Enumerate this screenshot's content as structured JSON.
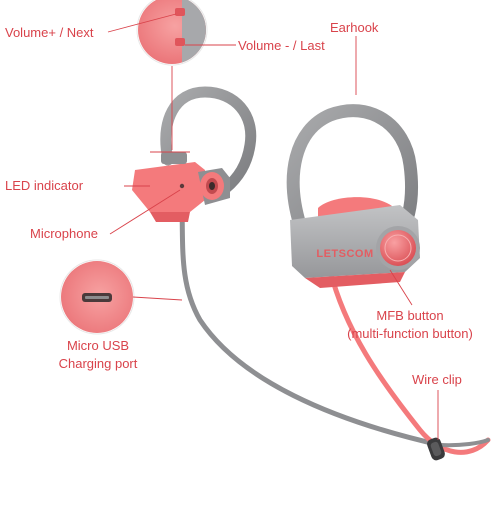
{
  "labels": {
    "volume_up": "Volume+ / Next",
    "volume_down": "Volume - / Last",
    "earhook": "Earhook",
    "led": "LED indicator",
    "microphone": "Microphone",
    "usb_line1": "Micro USB",
    "usb_line2": "Charging port",
    "mfb_line1": "MFB button",
    "mfb_line2": "(multi-function button)",
    "wire_clip": "Wire clip"
  },
  "brand": "LETSCOM",
  "colors": {
    "label": "#d9434b",
    "leader": "#d9434b",
    "coral": "#f47a7c",
    "coral_dark": "#e35d62",
    "gray": "#8e8f92",
    "gray_light": "#b9babc",
    "gray_dark": "#6d6e71"
  }
}
